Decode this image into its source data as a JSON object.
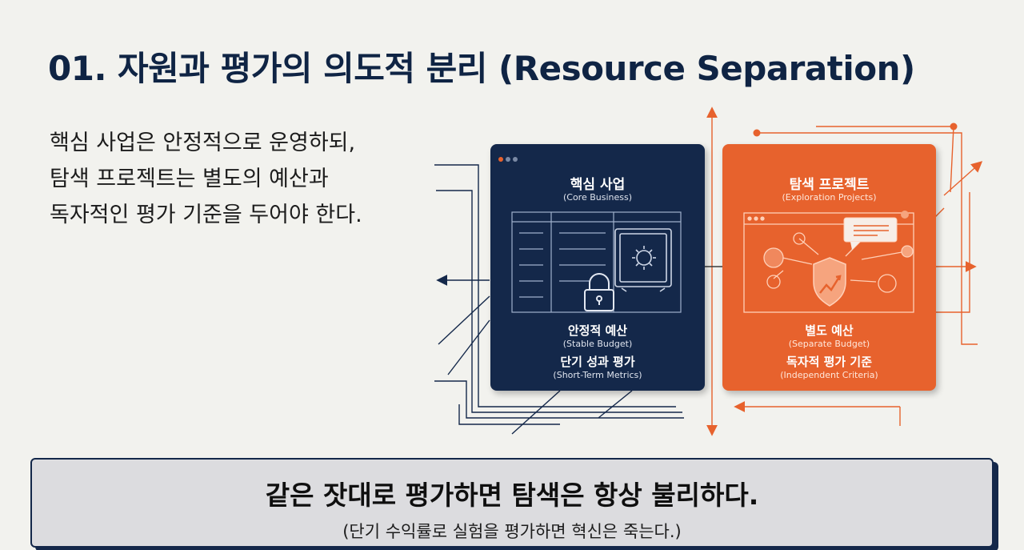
{
  "title": "01. 자원과 평가의 의도적 분리 (Resource Separation)",
  "body_lines": [
    "핵심 사업은 안정적으로 운영하되,",
    "탐색 프로젝트는 별도의 예산과",
    "독자적인 평가 기준을 두어야 한다."
  ],
  "core_panel": {
    "title": "핵심 사업",
    "title_en": "(Core Business)",
    "budget": "안정적 예산",
    "budget_en": "(Stable Budget)",
    "metric": "단기 성과 평가",
    "metric_en": "(Short-Term Metrics)",
    "color": "#14284a"
  },
  "exploration_panel": {
    "title": "탐색 프로젝트",
    "title_en": "(Exploration Projects)",
    "budget": "별도 예산",
    "budget_en": "(Separate Budget)",
    "criteria": "독자적 평가 기준",
    "criteria_en": "(Independent Criteria)",
    "color": "#e7622d"
  },
  "icons": [
    "spreadsheet-icon",
    "padlock-icon",
    "safe-icon",
    "bidirectional-arrow-icon",
    "browser-window-icon",
    "shield-growth-icon",
    "chat-bubble-icon",
    "network-nodes-icon"
  ],
  "callout": {
    "main": "같은 잣대로 평가하면 탐색은 항상 불리하다.",
    "sub": "(단기 수익률로 실험을 평가하면 혁신은 죽는다.)"
  }
}
